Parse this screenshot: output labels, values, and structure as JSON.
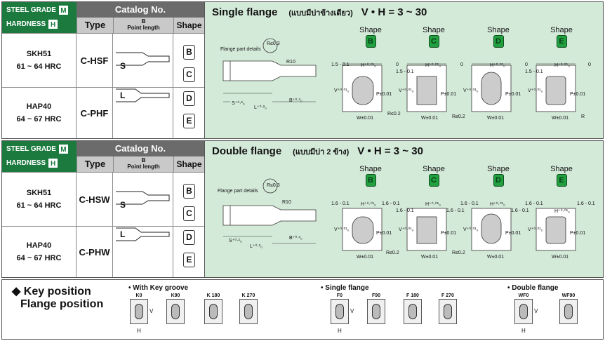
{
  "grade_labels": {
    "steel_grade": "STEEL GRADE",
    "steel_grade_box": "M",
    "hardness": "HARDNESS",
    "hardness_box": "H"
  },
  "catalog_header": {
    "title": "Catalog No.",
    "type": "Type",
    "b_letter": "B",
    "point_length": "Point length",
    "shape": "Shape"
  },
  "materials": [
    {
      "name": "SKH51",
      "hardness": "61 ~ 64 HRC"
    },
    {
      "name": "HAP40",
      "hardness": "64 ~ 67 HRC"
    }
  ],
  "sections": [
    {
      "types": [
        "C-HSF",
        "C-PHF"
      ],
      "title": "Single flange",
      "thai": "(แบบมีบ่าข้างเดียว)",
      "vh": "V • H = 3 ~ 30"
    },
    {
      "types": [
        "C-HSW",
        "C-PHW"
      ],
      "title": "Double flange",
      "thai": "(แบบมีบ่า 2 ข้าง)",
      "vh": "V • H = 3 ~ 30"
    }
  ],
  "point_labels": {
    "s": "S",
    "l": "L"
  },
  "shape_letters": [
    "B",
    "C",
    "D",
    "E"
  ],
  "shape_word": "Shape",
  "drawing_labels": {
    "flange_part_details": "Flange part details",
    "r_le_03": "R≤0.3",
    "r10": "R10",
    "s_tol": "S⁺⁰·²₀",
    "l_tol": "L⁺⁰·²₀",
    "b_tol": "B⁺⁰·³₀",
    "h_tol": "H⁺⁰·⁰¹₀",
    "v_tol": "V⁺⁰·⁰¹₀",
    "p_tol": "P±0.01",
    "w_tol": "W±0.01",
    "r_le_02": "R≤0.2",
    "r": "R",
    "single_flange_tol": "1.5 - 0.1",
    "double_flange_tol": "1.6 - 0.1",
    "zero": "0"
  },
  "bottom": {
    "key_position": "Key position",
    "flange_position": "Flange position",
    "with_key_groove": "• With Key groove",
    "single_flange": "• Single flange",
    "double_flange": "• Double flange",
    "key_labels": [
      "K0",
      "K90",
      "K 180",
      "K 270"
    ],
    "single_labels": [
      "F0",
      "F90",
      "F 180",
      "F 270"
    ],
    "double_labels": [
      "WF0",
      "WF90"
    ],
    "v": "V",
    "h": "H"
  },
  "colors": {
    "green_header": "#1c7a3f",
    "gray_header": "#6b6b6b",
    "panel_bg": "#d4ead9",
    "shape_green": "#22a040"
  }
}
